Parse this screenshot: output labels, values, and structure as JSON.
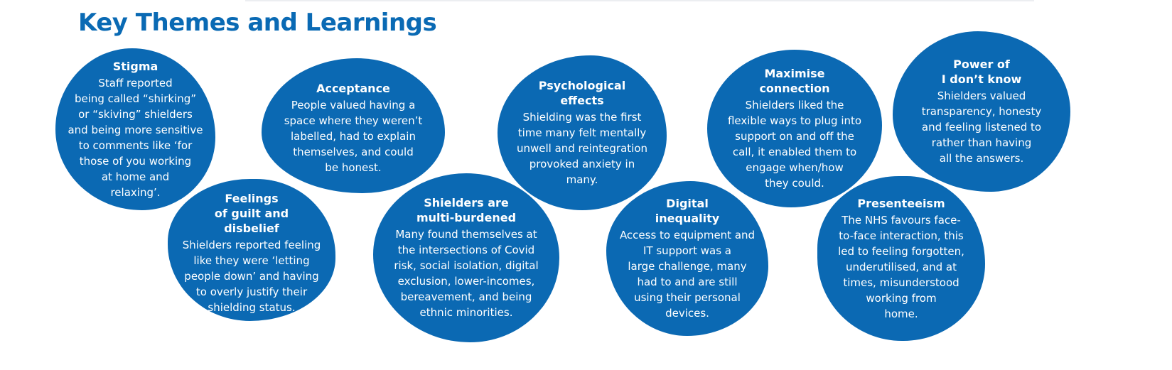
{
  "title": "Key Themes and Learnings",
  "colors": {
    "accent": "#0b69b3",
    "title": "#0a6ab4",
    "text_on_accent": "#ffffff"
  },
  "themes": [
    {
      "heading": "Stigma",
      "body": "Staff reported\nbeing called “shirking”\nor “skiving” shielders\nand being more sensitive\nto comments like ‘for\nthose of you working\nat home and\nrelaxing’."
    },
    {
      "heading": "Feelings\nof guilt and\ndisbelief",
      "body": "Shielders reported feeling\nlike they were ‘letting\npeople down’ and having\nto overly justify their\nshielding status."
    },
    {
      "heading": "Acceptance",
      "body": "People valued having a\nspace where they weren’t\nlabelled, had to explain\nthemselves, and could\nbe honest."
    },
    {
      "heading": "Shielders are\nmulti-burdened",
      "body": "Many found themselves at\nthe intersections of Covid\nrisk, social isolation, digital\nexclusion, lower-incomes,\nbereavement, and being\nethnic minorities."
    },
    {
      "heading": "Psychological\neffects",
      "body": "Shielding was the first\ntime many felt mentally\nunwell and reintegration\nprovoked anxiety in\nmany."
    },
    {
      "heading": "Digital\ninequality",
      "body": "Access to equipment and\nIT support was a\nlarge challenge, many\nhad to and are still\nusing their personal\ndevices."
    },
    {
      "heading": "Maximise\nconnection",
      "body": "Shielders liked the\nflexible ways to plug into\nsupport on and off the\ncall, it enabled them to\nengage when/how\nthey could."
    },
    {
      "heading": "Presenteeism",
      "body": "The NHS favours face-\nto-face interaction, this\nled to feeling forgotten,\nunderutilised, and at\ntimes, misunderstood\nworking from\nhome."
    },
    {
      "heading": "Power of\nI don’t know",
      "body": "Shielders valued\ntransparency, honesty\nand feeling listened to\nrather than having\nall the answers."
    }
  ]
}
